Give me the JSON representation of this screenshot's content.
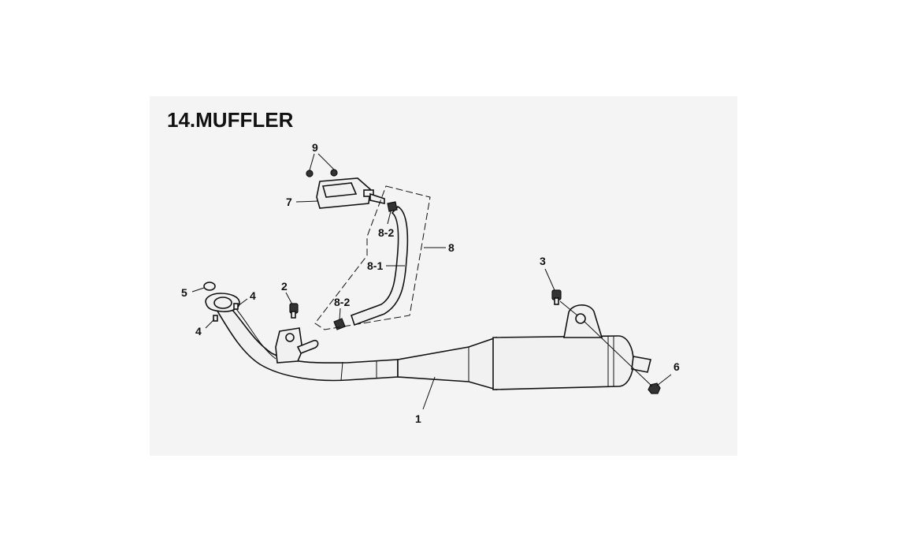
{
  "title": "14.MUFFLER",
  "callouts": {
    "c1": "1",
    "c2": "2",
    "c3": "3",
    "c4a": "4",
    "c4b": "4",
    "c5": "5",
    "c6": "6",
    "c7": "7",
    "c8": "8",
    "c8_1": "8-1",
    "c8_2a": "8-2",
    "c8_2b": "8-2",
    "c9": "9"
  }
}
